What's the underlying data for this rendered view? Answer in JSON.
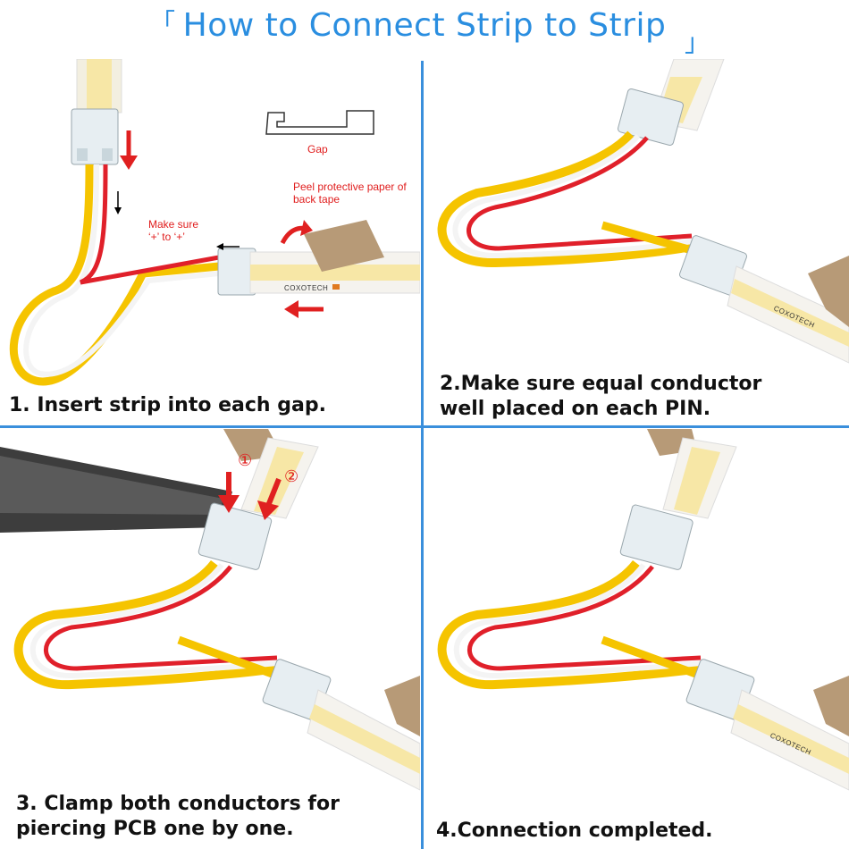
{
  "header": {
    "title": "How to Connect Strip to Strip",
    "bracket_open": "「",
    "bracket_close": "」"
  },
  "colors": {
    "accent": "#2a8ee0",
    "arrow_red": "#e02020",
    "wire_yellow": "#f5c400",
    "wire_red": "#e0202a",
    "wire_white": "#f4f4f4"
  },
  "steps": [
    {
      "caption": "1. Insert strip into each gap.",
      "gap_label": "Gap",
      "peel_note": "Peel protective paper of back tape",
      "make_sure_note": "Make sure",
      "polarity_note": "‘+’ to ‘+’",
      "brand": "COXOTECH"
    },
    {
      "caption_line1": "2.Make sure equal conductor",
      "caption_line2": "well placed on each PIN.",
      "brand": "COXOTECH"
    },
    {
      "caption_line1": "3. Clamp both conductors for",
      "caption_line2": "piercing PCB one by one.",
      "marker1": "①",
      "marker2": "②"
    },
    {
      "caption": "4.Connection completed.",
      "brand": "COXOTECH"
    }
  ]
}
